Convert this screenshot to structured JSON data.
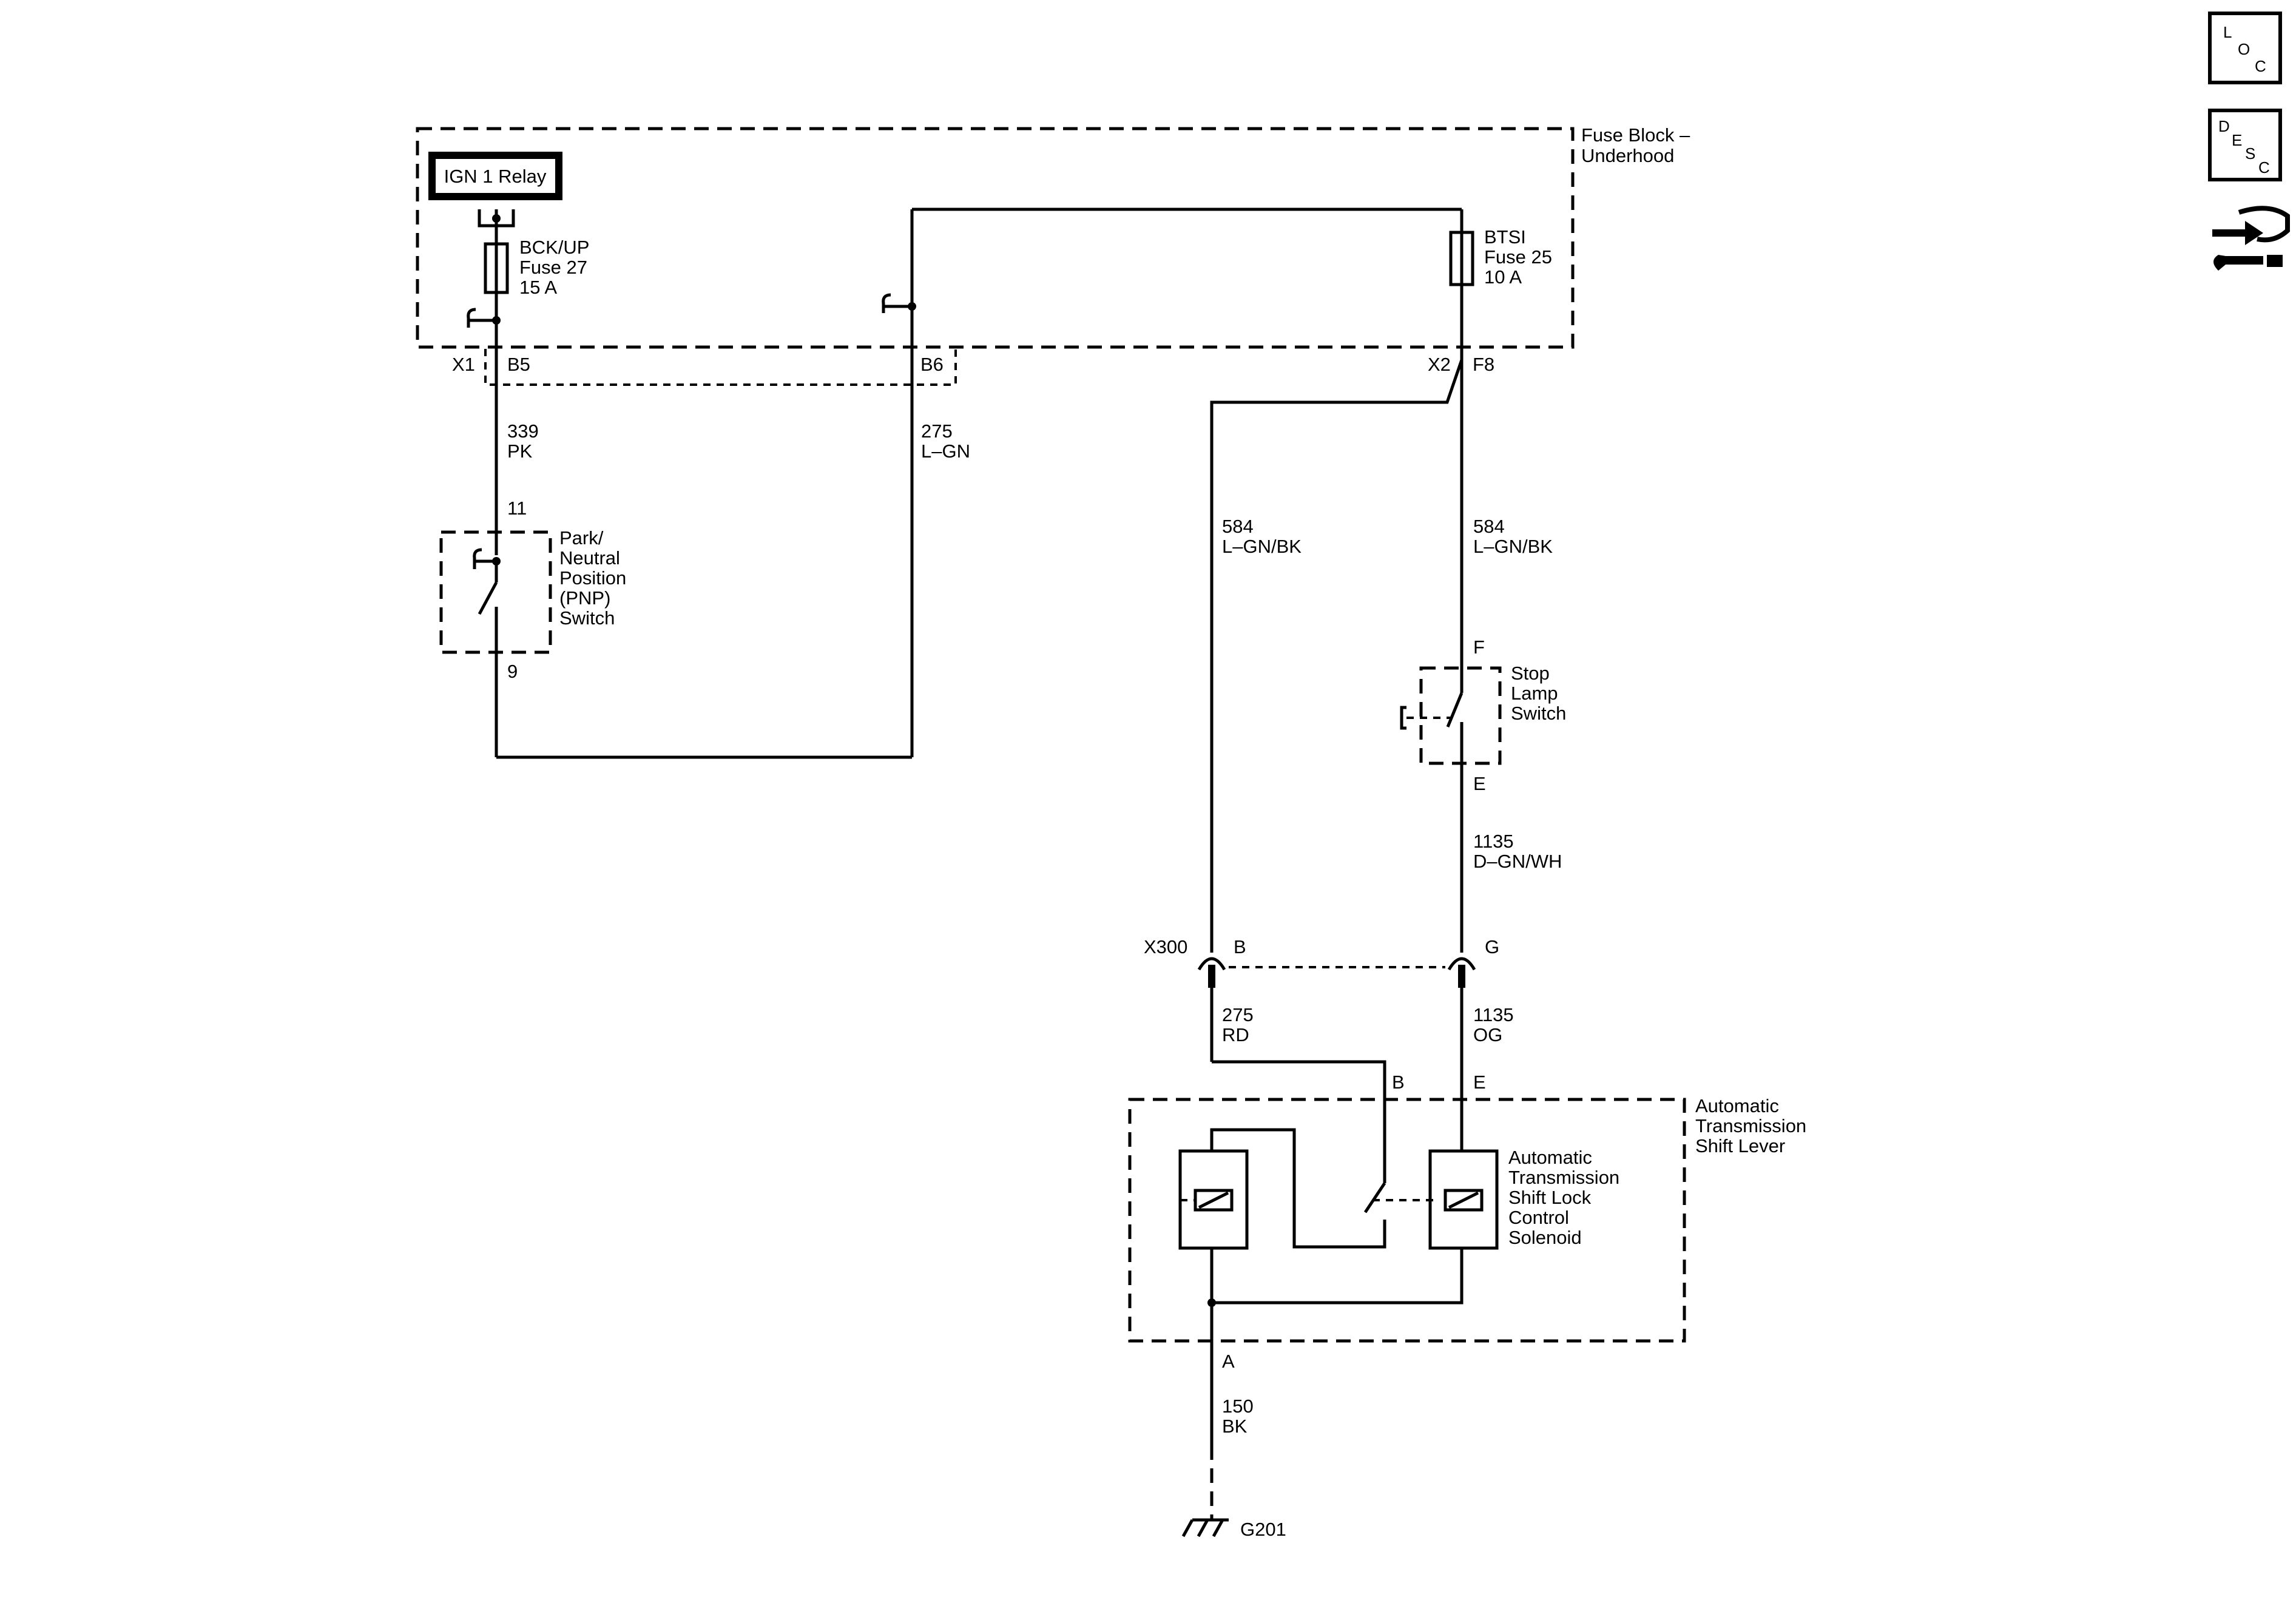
{
  "fuse_block": {
    "title_line1": "Fuse Block –",
    "title_line2": "Underhood",
    "relay": "IGN 1 Relay",
    "fuse27": {
      "name": "BCK/UP",
      "fuse": "Fuse 27",
      "rating": "15 A"
    },
    "fuse25": {
      "name": "BTSI",
      "fuse": "Fuse 25",
      "rating": "10 A"
    },
    "connectors": {
      "x1": "X1",
      "b5": "B5",
      "b6": "B6",
      "x2": "X2",
      "f8": "F8"
    }
  },
  "wires": {
    "w339": {
      "circuit": "339",
      "color": "PK"
    },
    "w275a": {
      "circuit": "275",
      "color": "L–GN"
    },
    "w584a": {
      "circuit": "584",
      "color": "L–GN/BK"
    },
    "w584b": {
      "circuit": "584",
      "color": "L–GN/BK"
    },
    "w1135a": {
      "circuit": "1135",
      "color": "D–GN/WH"
    },
    "w275b": {
      "circuit": "275",
      "color": "RD"
    },
    "w1135b": {
      "circuit": "1135",
      "color": "OG"
    },
    "w150": {
      "circuit": "150",
      "color": "BK"
    }
  },
  "pnp_switch": {
    "pin_top": "11",
    "pin_bottom": "9",
    "label_lines": [
      "Park/",
      "Neutral",
      "Position",
      "(PNP)",
      "Switch"
    ]
  },
  "stop_lamp_switch": {
    "pin_top": "F",
    "pin_bottom": "E",
    "label_lines": [
      "Stop",
      "Lamp",
      "Switch"
    ]
  },
  "connector_x300": {
    "name": "X300",
    "pin_left": "B",
    "pin_right": "G"
  },
  "shift_lever": {
    "label_lines": [
      "Automatic",
      "Transmission",
      "Shift Lever"
    ],
    "pin_b": "B",
    "pin_e": "E",
    "pin_a": "A",
    "solenoid_lines": [
      "Automatic",
      "Transmission",
      "Shift Lock",
      "Control",
      "Solenoid"
    ]
  },
  "ground": {
    "name": "G201"
  },
  "side_icons": {
    "loc": {
      "l": "L",
      "o": "O",
      "c": "C"
    },
    "desc": {
      "d": "D",
      "e": "E",
      "s": "S",
      "c": "C"
    },
    "third": "connector-repair-icon"
  }
}
